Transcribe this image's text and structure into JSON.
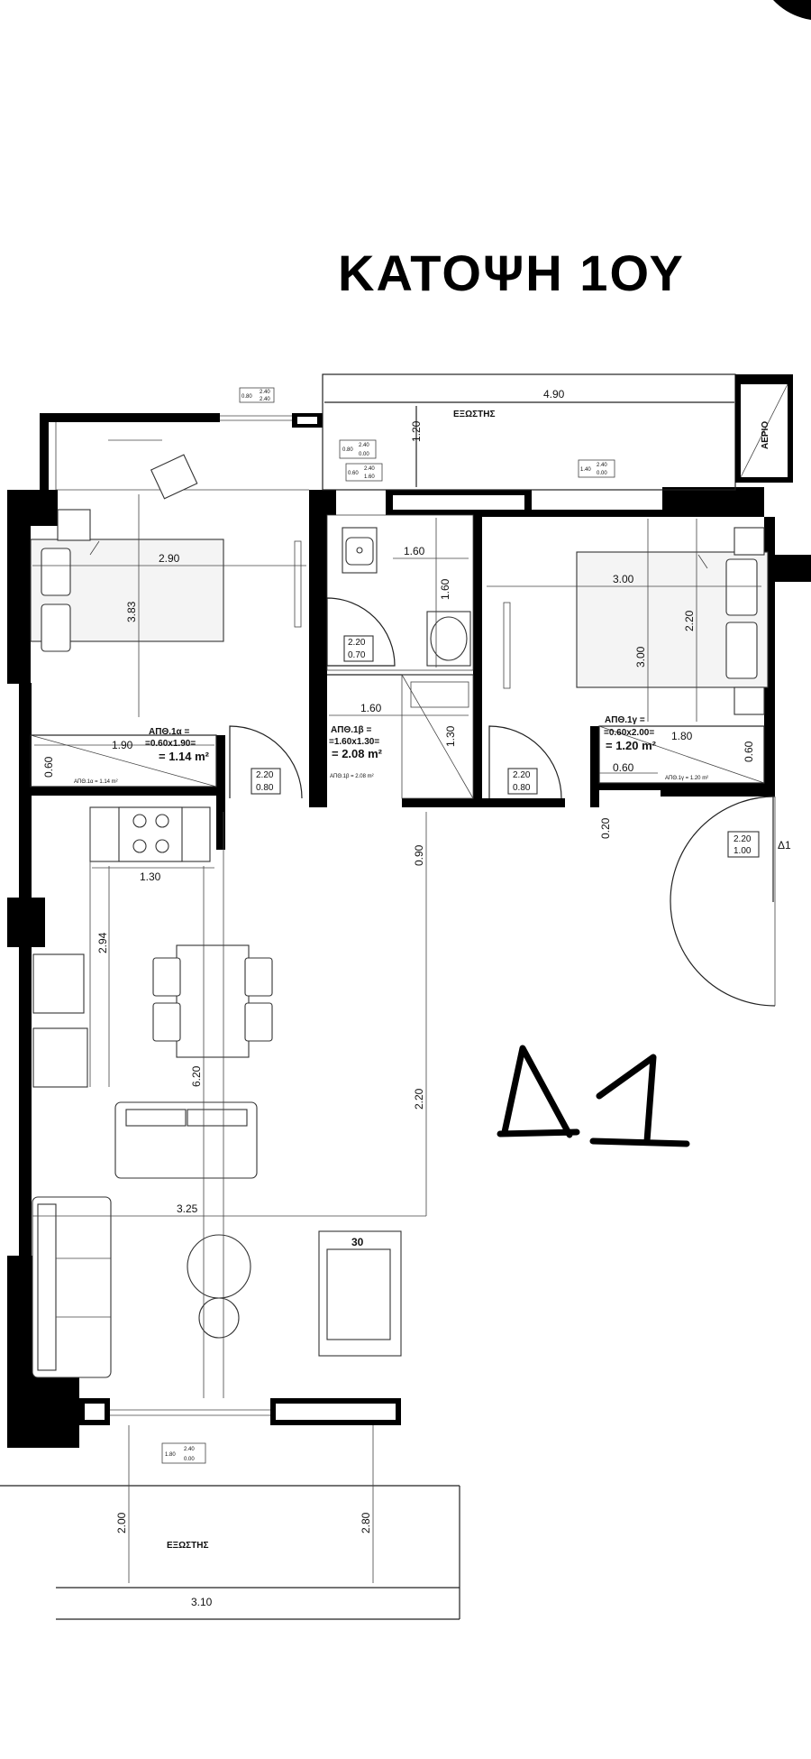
{
  "title": "ΚΑΤΟΨΗ 1ΟΥ",
  "unit_label": "Δ1",
  "unit_marker": "Δ1",
  "balcony_labels": {
    "top": "ΕΞΩΣΤΗΣ",
    "bottom": "ΕΞΩΣΤΗΣ"
  },
  "shaft_label": "ΑΕΡΙΟ",
  "dimensions": {
    "balcony_width": "4.90",
    "balcony_depth": "1.20",
    "bed1_width": "2.90",
    "bed1_depth": "3.83",
    "bath_width": "1.60",
    "bath_depth": "1.60",
    "bed2_width": "3.00",
    "bed2_depth_a": "2.20",
    "bed2_depth_b": "3.00",
    "storage_a_width": "1.90",
    "storage_a_depth": "0.60",
    "storage_b_width": "1.60",
    "storage_b_depth": "1.30",
    "storage_c_width": "1.80",
    "storage_c_depth": "0.60",
    "storage_c_small": "0.60",
    "kitchen_width": "1.30",
    "kitchen_depth": "2.94",
    "living_depth": "6.20",
    "living_width": "3.25",
    "corridor_a": "0.90",
    "corridor_b": "2.20",
    "corridor_c": "0.20",
    "tv_width": "30",
    "bottom_balcony_depth": "2.00",
    "bottom_balcony_width": "3.10",
    "bottom_balcony_side": "2.80"
  },
  "storages": {
    "a": {
      "name": "ΑΠΘ.1α =",
      "calc": "=0.60x1.90=",
      "area": "= 1.14 m²",
      "note": "ΑΠΘ.1α = 1.14 m²"
    },
    "b": {
      "name": "ΑΠΘ.1β =",
      "calc": "=1.60x1.30=",
      "area": "= 2.08 m²",
      "note": "ΑΠΘ.1β = 2.08 m²"
    },
    "c": {
      "name": "ΑΠΘ.1γ =",
      "calc": "=0.60x2.00=",
      "area": "= 1.20 m²",
      "note": "ΑΠΘ.1γ = 1.20 m²"
    }
  },
  "doors": {
    "bed1": {
      "top": "2.20",
      "bottom": "0.80"
    },
    "bath": {
      "top": "2.20",
      "bottom": "0.70"
    },
    "bed2": {
      "top": "2.20",
      "bottom": "0.80"
    },
    "entrance": {
      "top": "2.20",
      "bottom": "1.00"
    }
  },
  "windows": [
    {
      "top": "2.40",
      "bottom": "2.40",
      "lead": "0.80"
    },
    {
      "top": "2.40",
      "bottom": "0.00",
      "lead": "0.80"
    },
    {
      "top": "2.40",
      "bottom": "1.60",
      "lead": "0.60"
    },
    {
      "top": "2.40",
      "bottom": "0.00",
      "lead": "1.40"
    },
    {
      "top": "2.40",
      "bottom": "0.00",
      "lead": "1.80"
    }
  ],
  "colors": {
    "wall": "#000000",
    "line": "#222222",
    "paper": "#ffffff"
  }
}
